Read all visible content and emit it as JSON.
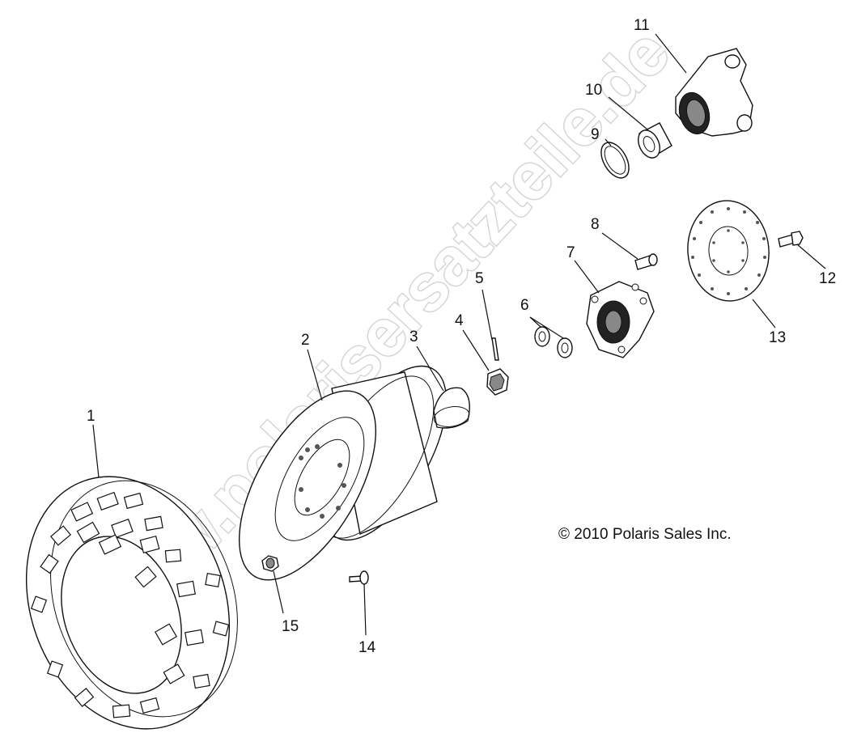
{
  "callouts": [
    {
      "id": "c1",
      "label": "1"
    },
    {
      "id": "c2",
      "label": "2"
    },
    {
      "id": "c3",
      "label": "3"
    },
    {
      "id": "c4",
      "label": "4"
    },
    {
      "id": "c5",
      "label": "5"
    },
    {
      "id": "c6",
      "label": "6"
    },
    {
      "id": "c7",
      "label": "7"
    },
    {
      "id": "c8",
      "label": "8"
    },
    {
      "id": "c9",
      "label": "9"
    },
    {
      "id": "c10",
      "label": "10"
    },
    {
      "id": "c11",
      "label": "11"
    },
    {
      "id": "c12",
      "label": "12"
    },
    {
      "id": "c13",
      "label": "13"
    },
    {
      "id": "c14",
      "label": "14"
    },
    {
      "id": "c15",
      "label": "15"
    }
  ],
  "copyright": "© 2010 Polaris Sales Inc.",
  "watermark": "www.polarisersatzteile.de"
}
